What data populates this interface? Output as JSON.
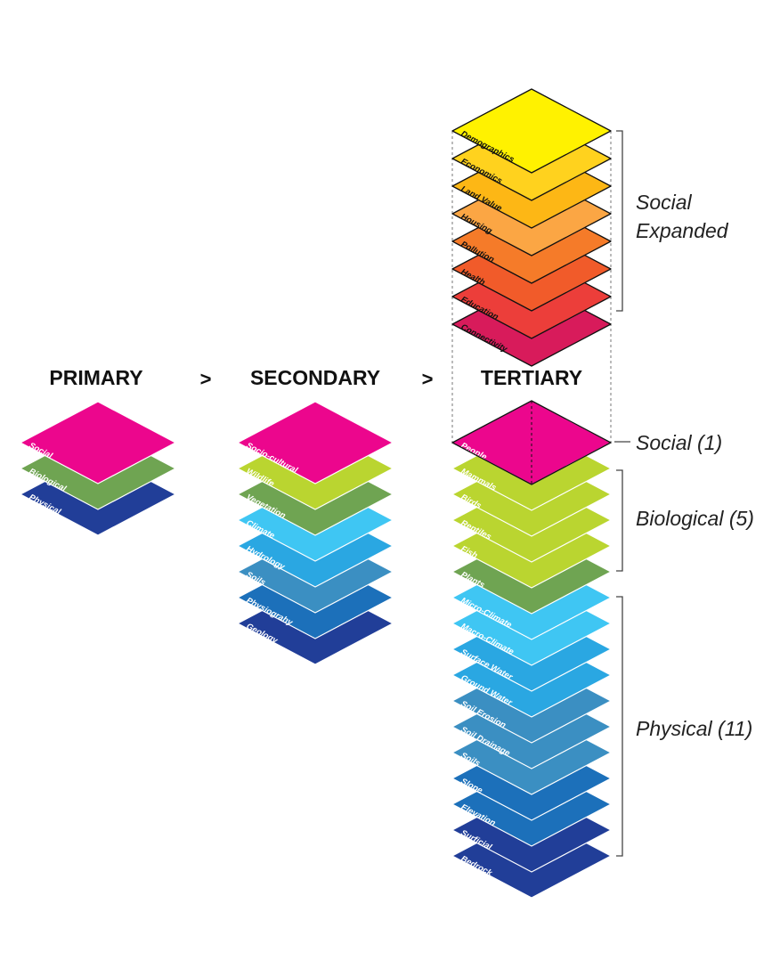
{
  "headings": {
    "primary": "PRIMARY",
    "secondary": "SECONDARY",
    "tertiary": "TERTIARY",
    "arrow": ">"
  },
  "primary_layers": [
    {
      "label": "Social",
      "color": "#EC068D"
    },
    {
      "label": "Biological",
      "color": "#6FA452"
    },
    {
      "label": "Physical",
      "color": "#213E98"
    }
  ],
  "secondary_layers": [
    {
      "label": "Socio-cultural",
      "color": "#EC068D"
    },
    {
      "label": "Wildlife",
      "color": "#BAD530"
    },
    {
      "label": "Vegetation",
      "color": "#6FA452"
    },
    {
      "label": "Climate",
      "color": "#3FC6F3"
    },
    {
      "label": "Hydrology",
      "color": "#2AA7E2"
    },
    {
      "label": "Soils",
      "color": "#3B8FC2"
    },
    {
      "label": "Physiograhy",
      "color": "#1C70BA"
    },
    {
      "label": "Geology",
      "color": "#213E98"
    }
  ],
  "tertiary_social_expanded": [
    {
      "label": "Demographics",
      "color": "#FFF200"
    },
    {
      "label": "Economics",
      "color": "#FFD21E"
    },
    {
      "label": "Land Value",
      "color": "#FDB715"
    },
    {
      "label": "Housing",
      "color": "#FBA644"
    },
    {
      "label": "Pollution",
      "color": "#F57B29"
    },
    {
      "label": "Health",
      "color": "#F15B2A"
    },
    {
      "label": "Education",
      "color": "#EC3E3A"
    },
    {
      "label": "Connectivity",
      "color": "#D81B5B"
    }
  ],
  "tertiary_main": [
    {
      "label": "People",
      "color": "#EC068D",
      "text_color": "#ffffff"
    },
    {
      "label": "Mammals",
      "color": "#BAD530",
      "text_color": "#ffffff"
    },
    {
      "label": "Birds",
      "color": "#BAD530",
      "text_color": "#ffffff"
    },
    {
      "label": "Reptiles",
      "color": "#BAD530",
      "text_color": "#ffffff"
    },
    {
      "label": "Fish",
      "color": "#BAD530",
      "text_color": "#ffffff"
    },
    {
      "label": "Plants",
      "color": "#6FA452",
      "text_color": "#ffffff"
    },
    {
      "label": "Micro-Climate",
      "color": "#3FC6F3",
      "text_color": "#ffffff"
    },
    {
      "label": "Macro-Climate",
      "color": "#3FC6F3",
      "text_color": "#ffffff"
    },
    {
      "label": "Surface Water",
      "color": "#2AA7E2",
      "text_color": "#ffffff"
    },
    {
      "label": "Ground Water",
      "color": "#2AA7E2",
      "text_color": "#ffffff"
    },
    {
      "label": "Soil Erosion",
      "color": "#3B8FC2",
      "text_color": "#ffffff"
    },
    {
      "label": "Soil Drainage",
      "color": "#3B8FC2",
      "text_color": "#ffffff"
    },
    {
      "label": "Soils",
      "color": "#3B8FC2",
      "text_color": "#ffffff"
    },
    {
      "label": "Slope",
      "color": "#1C70BA",
      "text_color": "#ffffff"
    },
    {
      "label": "Elevation",
      "color": "#1C70BA",
      "text_color": "#ffffff"
    },
    {
      "label": "Surficial",
      "color": "#213E98",
      "text_color": "#ffffff"
    },
    {
      "label": "Bedrock",
      "color": "#213E98",
      "text_color": "#ffffff"
    }
  ],
  "group_labels": {
    "social_expanded_line1": "Social",
    "social_expanded_line2": "Expanded",
    "social": "Social (1)",
    "biological": "Biological (5)",
    "physical": "Physical (11)"
  }
}
